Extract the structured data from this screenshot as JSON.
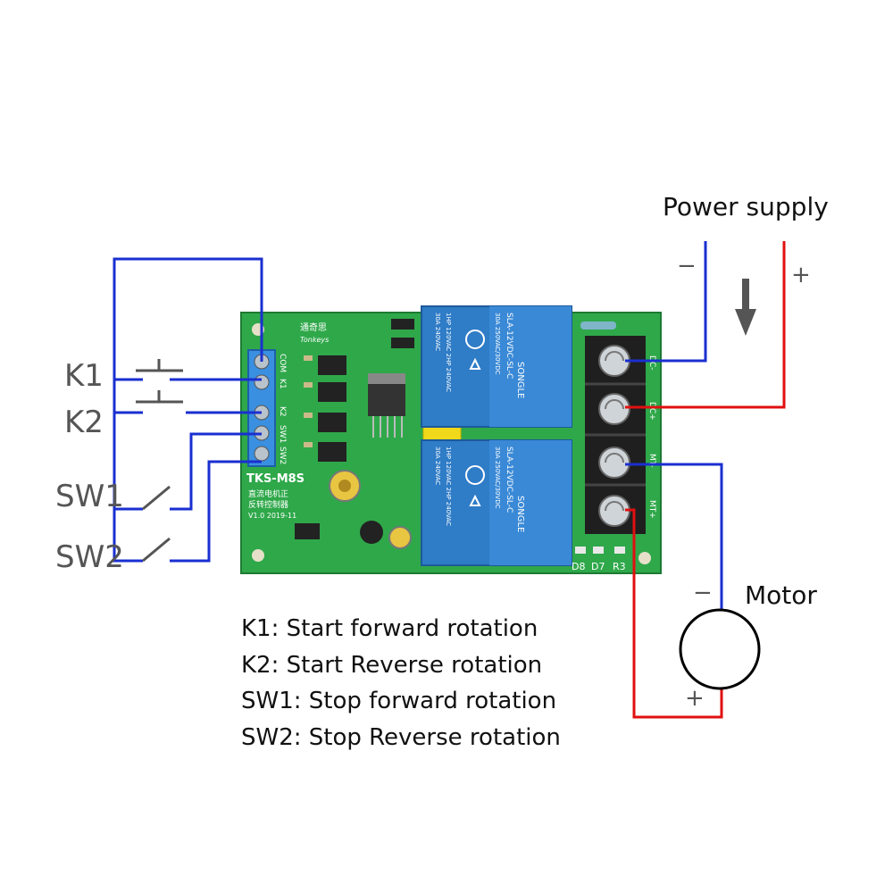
{
  "labels": {
    "power_supply": "Power supply",
    "motor": "Motor",
    "k1": "K1",
    "k2": "K2",
    "sw1": "SW1",
    "sw2": "SW2",
    "minus": "−",
    "plus": "+"
  },
  "board": {
    "model": "TKS-M8S",
    "brand": "Tonkeys",
    "brand_cn": "通奇思",
    "title_cn_1": "直流电机正",
    "title_cn_2": "反转控制器",
    "version": "V1.0  2019-11",
    "relay_brand": "SONGLE",
    "relay_model": "SLA-12VDC-SL-C",
    "relay_spec_1": "30A 250VAC/30VDC",
    "relay_spec_2": "1HP 120VAC 2HP 240VAC",
    "relay_spec_3": "30A 240VAC",
    "terminal_labels_left": [
      "COM",
      "K1",
      "K2",
      "SW1",
      "SW2"
    ],
    "terminal_labels_right": [
      "DC-",
      "DC+",
      "MT-",
      "MT+"
    ],
    "bottom_labels": [
      "D8",
      "D7",
      "R3"
    ]
  },
  "legend": [
    "K1: Start forward rotation",
    "K2: Start Reverse rotation",
    "SW1: Stop forward rotation",
    "SW2: Stop Reverse rotation"
  ],
  "colors": {
    "wire_blue": "#1a2fd0",
    "wire_red": "#e01010",
    "pcb_green": "#2fa84a",
    "relay_blue": "#2f7cc7",
    "terminal_black": "#222222"
  }
}
